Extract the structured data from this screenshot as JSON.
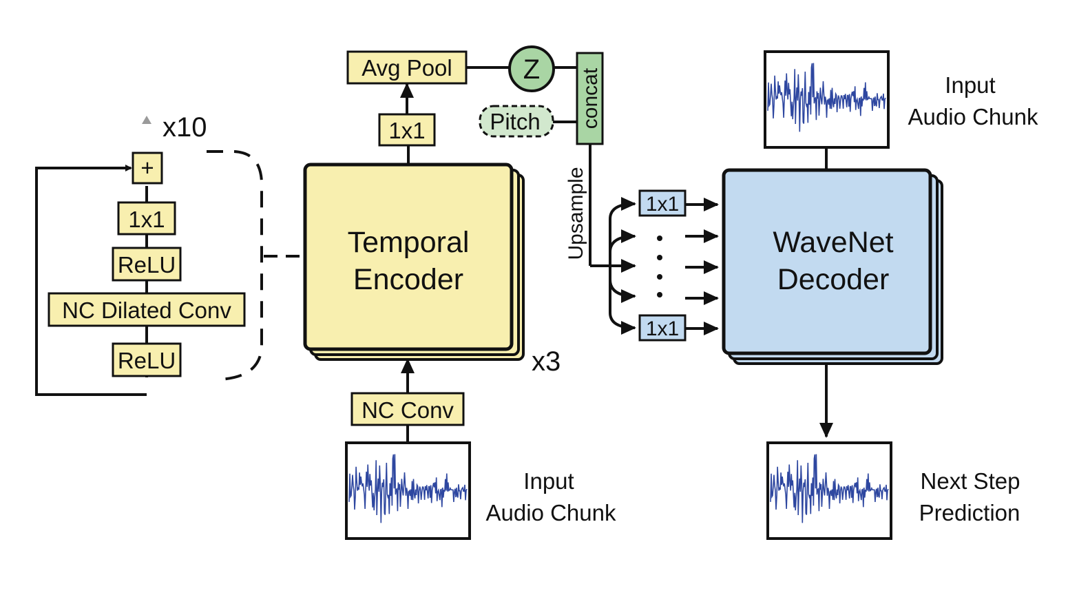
{
  "colors": {
    "yellow_fill": "#f8efaf",
    "blue_fill": "#c2daf0",
    "green_fill": "#a9d5a4",
    "pitch_fill": "#d2e8ce",
    "waveform": "#2e47a0",
    "stroke": "#111111"
  },
  "residual_block": {
    "repeat_label": "x10",
    "add_label": "+",
    "conv1x1_label": "1x1",
    "relu_top_label": "ReLU",
    "dilated_conv_label": "NC Dilated Conv",
    "relu_bottom_label": "ReLU"
  },
  "encoder": {
    "title_line1": "Temporal",
    "title_line2": "Encoder",
    "stack_label": "x3",
    "input_conv_label": "NC Conv",
    "conv1x1_label": "1x1",
    "avg_pool_label": "Avg Pool",
    "z_label": "Z",
    "pitch_label": "Pitch",
    "concat_label": "concat",
    "upsample_label": "Upsample",
    "input_caption_line1": "Input",
    "input_caption_line2": "Audio Chunk"
  },
  "decoder": {
    "title_line1": "WaveNet",
    "title_line2": "Decoder",
    "conv1x1_top_label": "1x1",
    "conv1x1_bottom_label": "1x1",
    "input_caption_line1": "Input",
    "input_caption_line2": "Audio Chunk",
    "output_caption_line1": "Next Step",
    "output_caption_line2": "Prediction"
  }
}
